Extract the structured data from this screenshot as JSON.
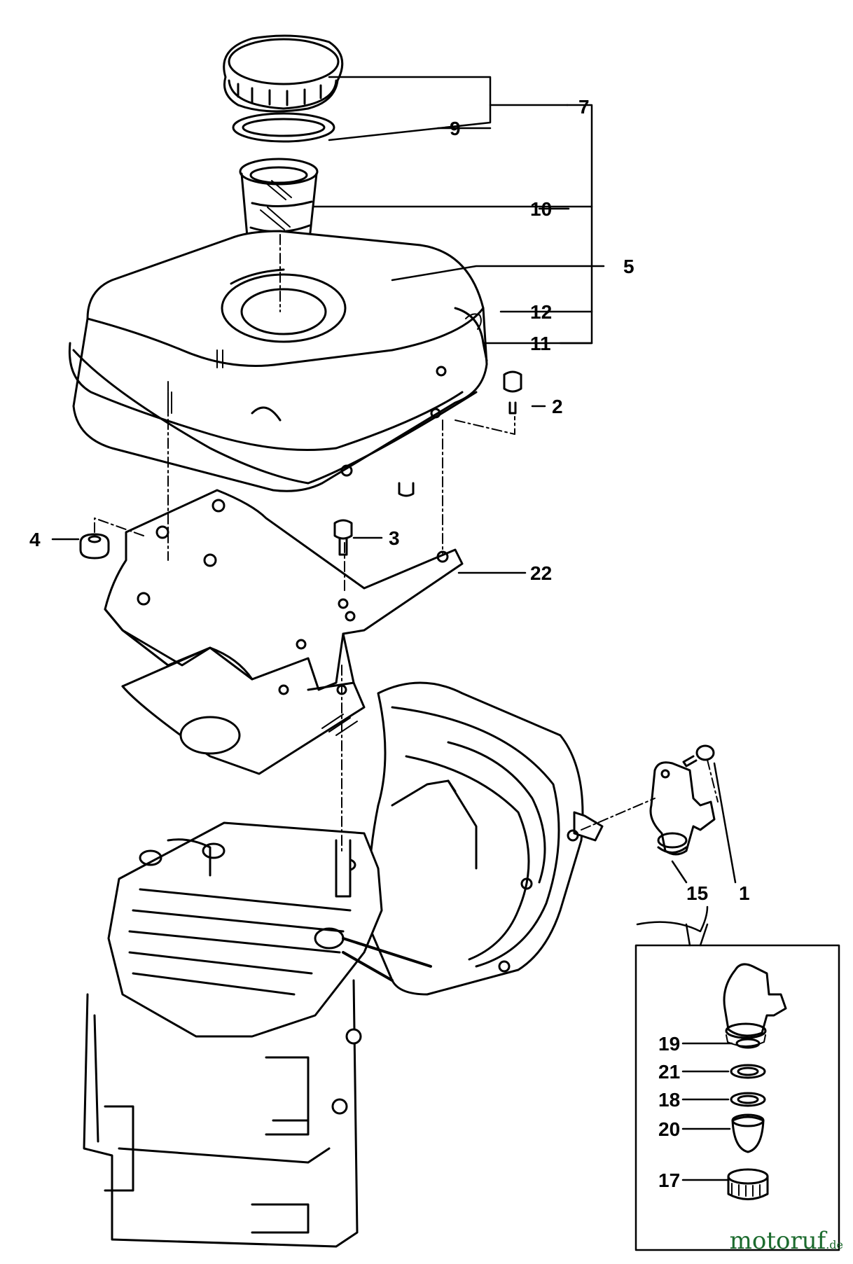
{
  "callouts": [
    {
      "id": "c7",
      "text": "7"
    },
    {
      "id": "c9",
      "text": "9"
    },
    {
      "id": "c10",
      "text": "10"
    },
    {
      "id": "c5",
      "text": "5"
    },
    {
      "id": "c12",
      "text": "12"
    },
    {
      "id": "c11",
      "text": "11"
    },
    {
      "id": "c2",
      "text": "2"
    },
    {
      "id": "c4",
      "text": "4"
    },
    {
      "id": "c3",
      "text": "3"
    },
    {
      "id": "c22",
      "text": "22"
    },
    {
      "id": "c15",
      "text": "15"
    },
    {
      "id": "c1",
      "text": "1"
    },
    {
      "id": "c19",
      "text": "19"
    },
    {
      "id": "c21",
      "text": "21"
    },
    {
      "id": "c18",
      "text": "18"
    },
    {
      "id": "c20",
      "text": "20"
    },
    {
      "id": "c17",
      "text": "17"
    }
  ],
  "watermark": {
    "main": "motoruf",
    "tld": ".de"
  },
  "colors": {
    "line": "#000000",
    "background": "#ffffff",
    "watermark_green": "#1c6b2e",
    "watermark_dot": "#e3a21a"
  }
}
